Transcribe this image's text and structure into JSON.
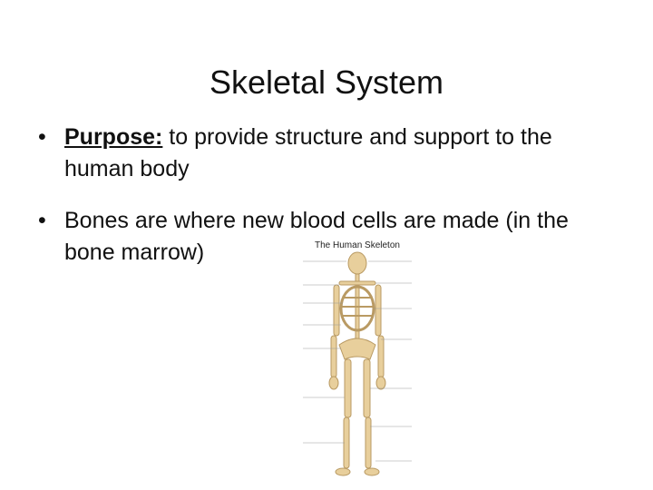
{
  "slide": {
    "title": "Skeletal System",
    "bullets": [
      {
        "marker": "•",
        "lead": "Purpose:",
        "text": " to provide structure and support to the human body"
      },
      {
        "marker": "•",
        "lead": "",
        "text": "Bones are where new blood cells are made (in the bone marrow)"
      }
    ],
    "figure": {
      "icon": "human-skeleton-diagram",
      "caption": "The Human Skeleton",
      "bone_color": "#e8cf9c",
      "bone_outline": "#b99a63"
    }
  }
}
